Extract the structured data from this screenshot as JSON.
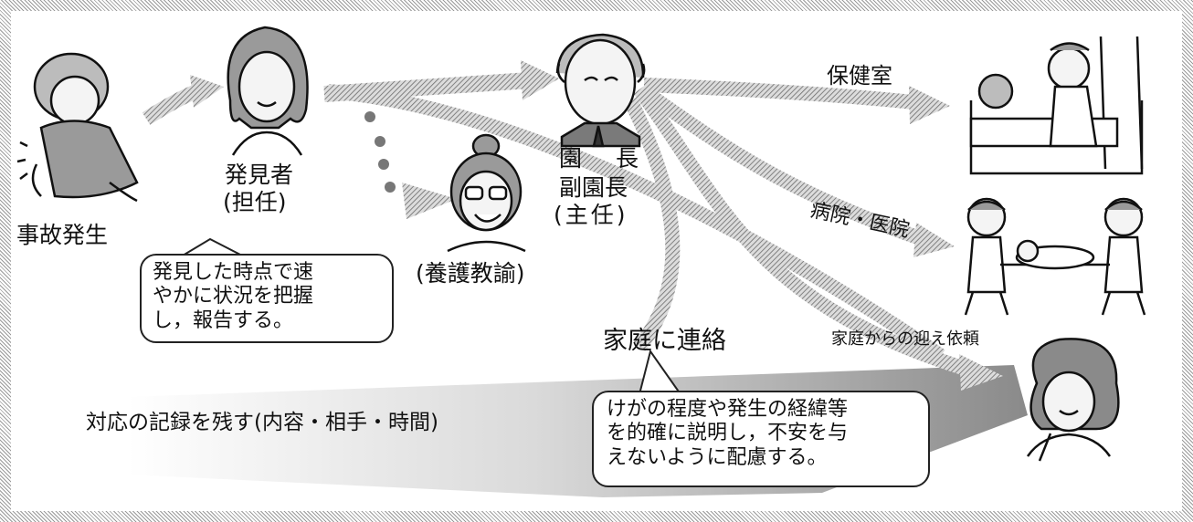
{
  "labels": {
    "incident": "事故発生",
    "discoverer": "発見者",
    "homeroom": "(担任)",
    "nurse_teacher": "(養護教諭)",
    "director": "園　長",
    "vice_director": "副園長",
    "chief": "(主任)",
    "health_room": "保健室",
    "hospital": "病院・医院",
    "contact_home": "家庭に連絡",
    "pickup_request": "家庭からの迎え依頼",
    "record": "対応の記録を残す(内容・相手・時間)"
  },
  "bubbles": {
    "discoverer_note_lines": [
      "発見した時点で速",
      "やかに状況を把握",
      "し，報告する。"
    ],
    "home_note_lines": [
      "けがの程度や発生の経緯等",
      "を的確に説明し，不安を与",
      "えないように配慮する。"
    ]
  },
  "colors": {
    "arrow_fill": "#7a7a7a",
    "arrow_light": "#cfcfcf",
    "hatch": "#9a9a9a",
    "ink": "#111111"
  },
  "icons": [
    "injured-child-icon",
    "female-teacher-icon",
    "nurse-teacher-icon",
    "principal-icon",
    "health-room-scene-icon",
    "stretcher-scene-icon",
    "parent-icon"
  ]
}
